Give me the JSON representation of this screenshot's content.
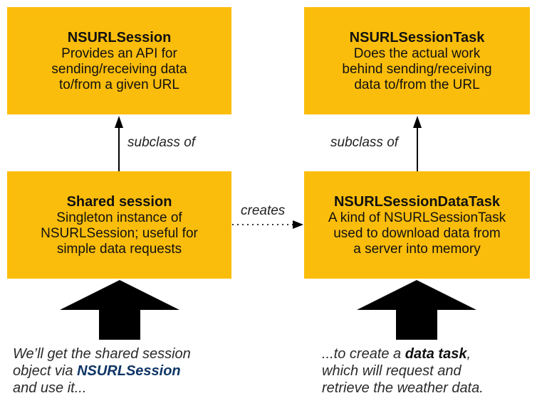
{
  "boxes": {
    "nsurlsession": {
      "title": "NSURLSession",
      "desc": "Provides an API for\nsending/receiving data\nto/from a given URL"
    },
    "nsurlsessiontask": {
      "title": "NSURLSessionTask",
      "desc": "Does the actual work\nbehind sending/receiving\ndata to/from the URL"
    },
    "shared_session": {
      "title": "Shared session",
      "desc": "Singleton instance of\nNSURLSession; useful for\nsimple data requests"
    },
    "datatask": {
      "title": "NSURLSessionDataTask",
      "desc": "A kind of NSURLSessionTask\nused to download data from\na server into memory"
    }
  },
  "connectors": {
    "left_subclass": "subclass of",
    "right_subclass": "subclass of",
    "creates": "creates"
  },
  "captions": {
    "left": {
      "line1": "We’ll get the shared session",
      "line2_pre": "object via ",
      "line2_em": "NSURLSession",
      "line3": "and use it..."
    },
    "right": {
      "line1_pre": "...to create a ",
      "line1_em": "data task",
      "line1_post": ",",
      "line2": "which will request and",
      "line3": "retrieve the weather data."
    }
  },
  "colors": {
    "box": "#FBBD0B",
    "caption_emphasis": "#0f3566",
    "arrow": "#000000"
  }
}
